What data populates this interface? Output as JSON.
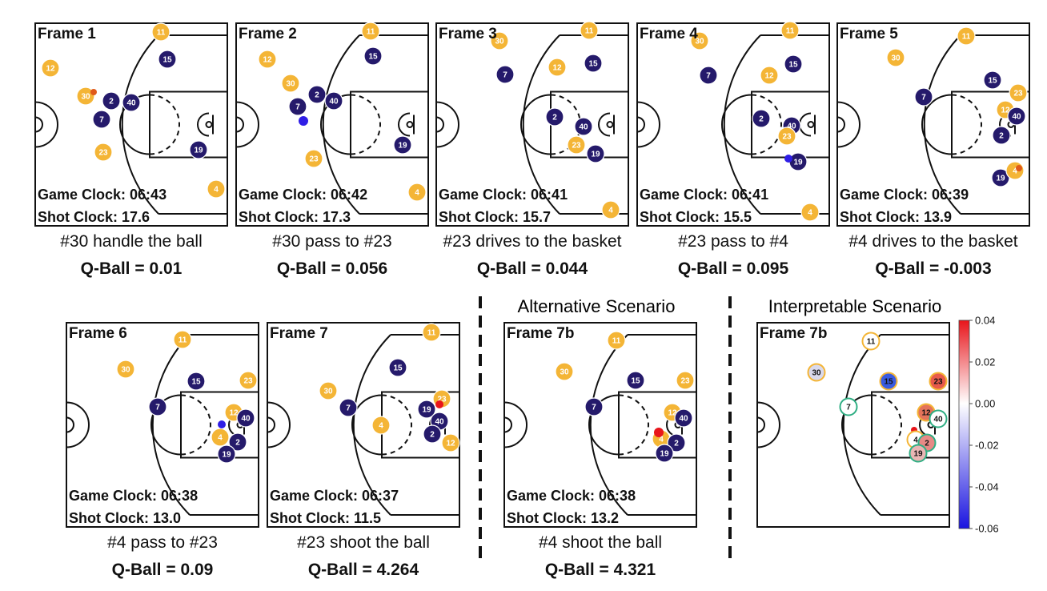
{
  "colors": {
    "offense": "#f4b536",
    "defense": "#251a6b",
    "ball": "#2f1ee6",
    "line": "#111111",
    "divider": "#111111"
  },
  "sections": {
    "alternative": "Alternative Scenario",
    "interpretable": "Interpretable Scenario"
  },
  "colorbar": {
    "ticks": [
      "0.04",
      "0.02",
      "0.00",
      "-0.02",
      "-0.04",
      "-0.06"
    ],
    "min": -0.06,
    "max": 0.04
  },
  "frames": [
    {
      "title": "Frame 1",
      "game_clock": "Game Clock: 06:43",
      "shot_clock": "Shot Clock: 17.6",
      "caption": "#30 handle the ball",
      "qball": "Q-Ball = 0.01"
    },
    {
      "title": "Frame 2",
      "game_clock": "Game Clock: 06:42",
      "shot_clock": "Shot Clock: 17.3",
      "caption": "#30 pass to #23",
      "qball": "Q-Ball = 0.056"
    },
    {
      "title": "Frame 3",
      "game_clock": "Game Clock: 06:41",
      "shot_clock": "Shot Clock: 15.7",
      "caption": "#23 drives to the basket",
      "qball": "Q-Ball = 0.044"
    },
    {
      "title": "Frame 4",
      "game_clock": "Game Clock: 06:41",
      "shot_clock": "Shot Clock: 15.5",
      "caption": "#23 pass to #4",
      "qball": "Q-Ball = 0.095"
    },
    {
      "title": "Frame 5",
      "game_clock": "Game Clock: 06:39",
      "shot_clock": "Shot Clock: 13.9",
      "caption": "#4 drives to the basket",
      "qball": "Q-Ball = -0.003"
    },
    {
      "title": "Frame 6",
      "game_clock": "Game Clock: 06:38",
      "shot_clock": "Shot Clock: 13.0",
      "caption": "#4 pass to #23",
      "qball": "Q-Ball = 0.09"
    },
    {
      "title": "Frame 7",
      "game_clock": "Game Clock: 06:37",
      "shot_clock": "Shot Clock: 11.5",
      "caption": "#23 shoot the ball",
      "qball": "Q-Ball = 4.264"
    },
    {
      "title": "Frame 7b",
      "game_clock": "Game Clock: 06:38",
      "shot_clock": "Shot Clock: 13.2",
      "caption": "#4 shoot the ball",
      "qball": "Q-Ball = 4.321"
    },
    {
      "title": "Frame 7b",
      "game_clock": "",
      "shot_clock": "",
      "caption": "",
      "qball": ""
    }
  ]
}
